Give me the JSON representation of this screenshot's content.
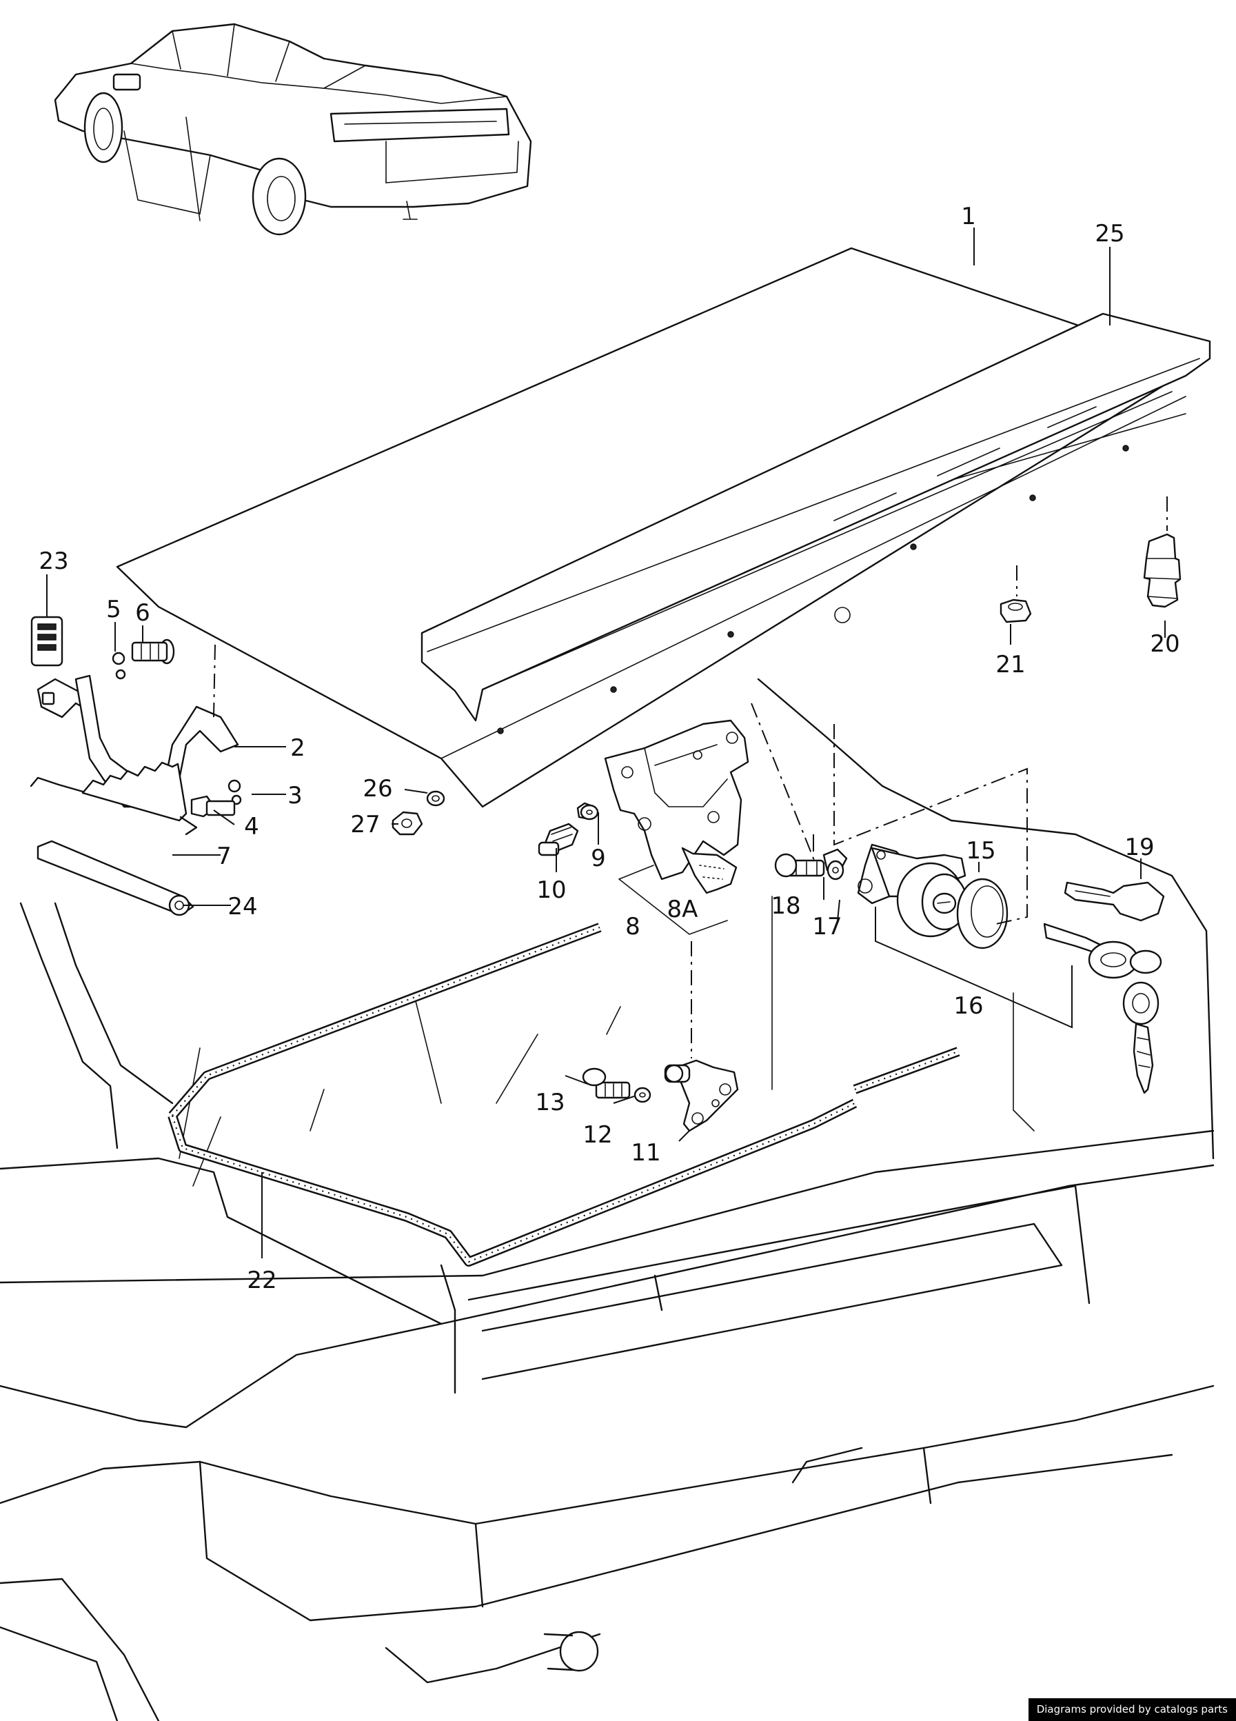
{
  "callouts": {
    "c1": "1",
    "c2": "2",
    "c3": "3",
    "c4": "4",
    "c5": "5",
    "c6": "6",
    "c7": "7",
    "c8": "8",
    "c8a": "8A",
    "c9": "9",
    "c10": "10",
    "c11": "11",
    "c12": "12",
    "c13": "13",
    "c15": "15",
    "c16": "16",
    "c17": "17",
    "c18": "18",
    "c19": "19",
    "c20": "20",
    "c21": "21",
    "c22": "22",
    "c23": "23",
    "c24": "24",
    "c25": "25",
    "c26": "26",
    "c27": "27"
  },
  "footer": {
    "credit": "Diagrams provided by catalogs parts"
  }
}
